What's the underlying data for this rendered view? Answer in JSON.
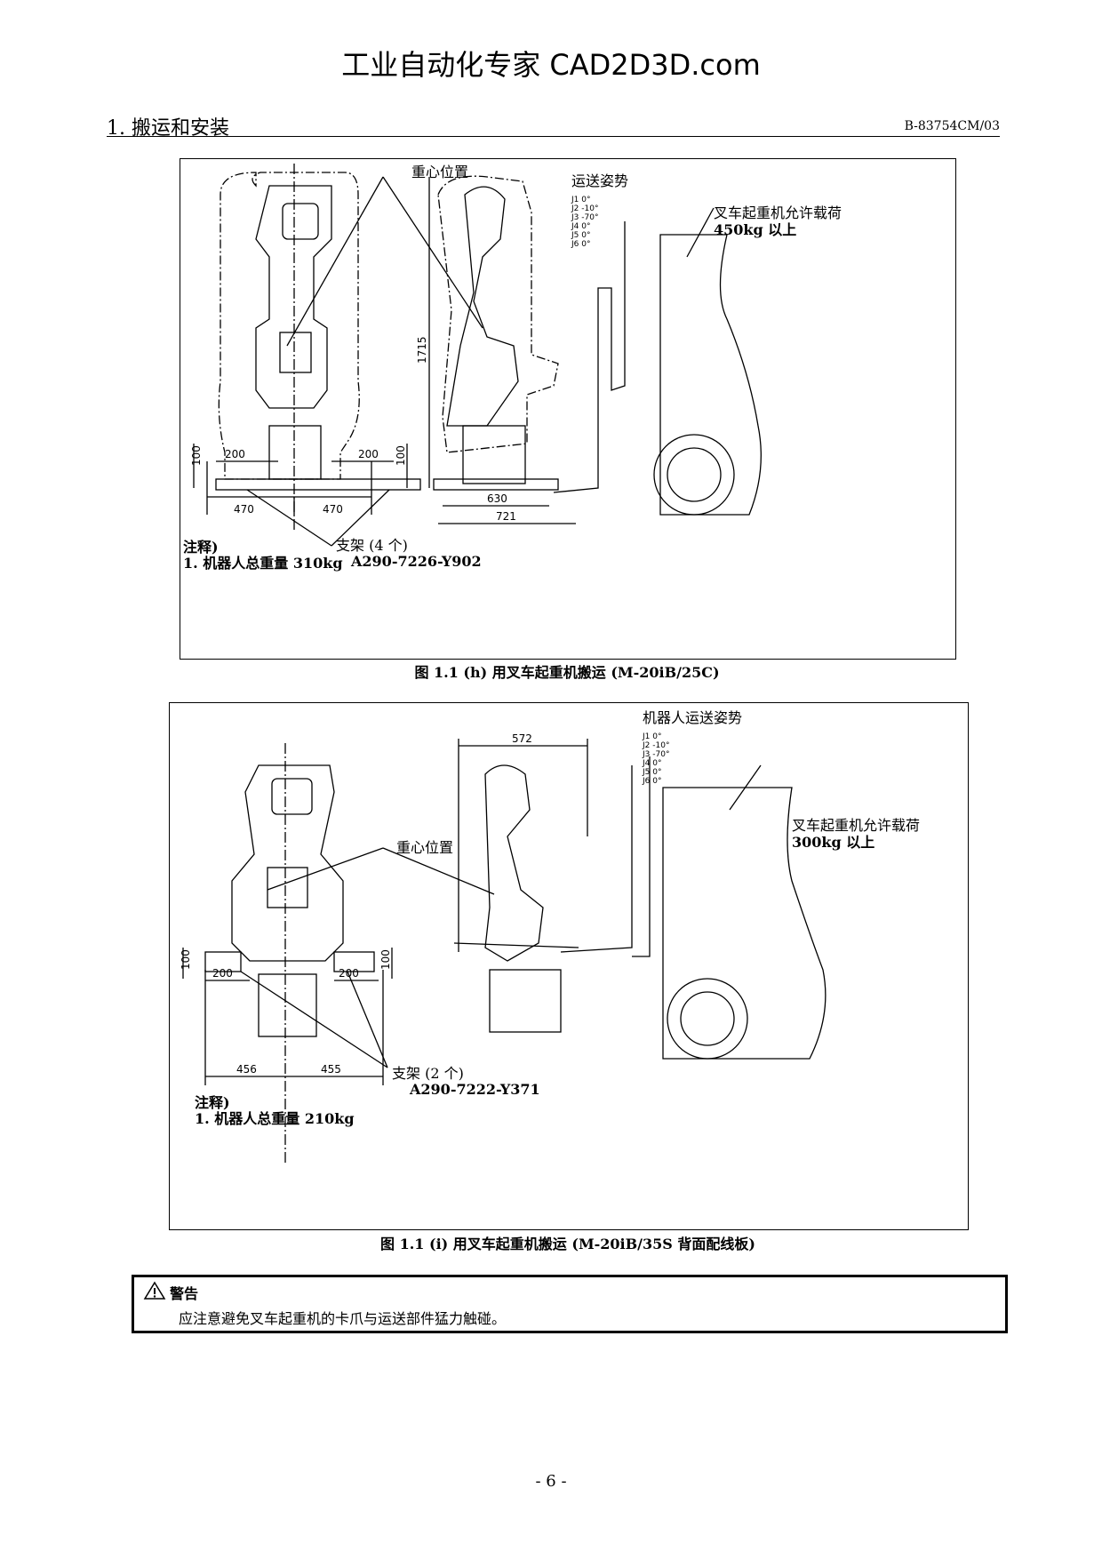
{
  "watermark": "工业自动化专家 CAD2D3D.com",
  "header": {
    "section_title": "1. 搬运和安装",
    "doc_id": "B-83754CM/03"
  },
  "figure_h": {
    "caption": "图 1.1 (h) 用叉车起重机搬运 (M-20iB/25C)",
    "cog_label": "重心位置",
    "posture_title": "运送姿势",
    "joints": [
      "J1    0°",
      "J2  -10°",
      "J3  -70°",
      "J4    0°",
      "J5    0°",
      "J6    0°"
    ],
    "fork_load_label": "叉车起重机允许载荷",
    "fork_load_value": "450kg 以上",
    "dim_height": "1715",
    "dim_200_left": "200",
    "dim_200_right": "200",
    "dim_100_left": "100",
    "dim_100_right": "100",
    "dim_470_left": "470",
    "dim_470_right": "470",
    "dim_630": "630",
    "dim_721": "721",
    "bracket_label": "支架 (4 个)",
    "bracket_part": "A290-7226-Y902",
    "note_title": "注释)",
    "note_text": "1. 机器人总重量 310kg"
  },
  "figure_i": {
    "caption": "图 1.1 (i) 用叉车起重机搬运 (M-20iB/35S 背面配线板)",
    "posture_title": "机器人运送姿势",
    "joints": [
      "J1    0°",
      "J2  -10°",
      "J3  -70°",
      "J4    0°",
      "J5    0°",
      "J6    0°"
    ],
    "fork_load_label": "叉车起重机允许载荷",
    "fork_load_value": "300kg 以上",
    "cog_label": "重心位置",
    "dim_572": "572",
    "dim_100_left": "100",
    "dim_100_right": "100",
    "dim_200_left": "200",
    "dim_200_right": "200",
    "dim_456": "456",
    "dim_455": "455",
    "bracket_label": "支架 (2 个)",
    "bracket_part": "A290-7222-Y371",
    "note_title": "注释)",
    "note_text": "1. 机器人总重量 210kg"
  },
  "warning": {
    "title": "警告",
    "text": "应注意避免叉车起重机的卡爪与运送部件猛力触碰。"
  },
  "page_number": "- 6 -"
}
